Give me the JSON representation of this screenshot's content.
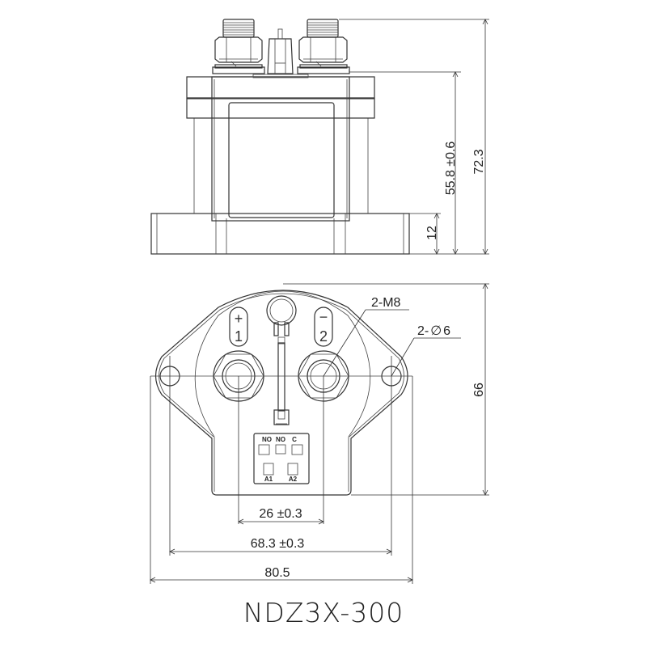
{
  "title": "NDZ3X-300",
  "side_view": {
    "dimensions": {
      "total_height": "72.3",
      "body_height": "55.8 ±0.6",
      "flange_height": "12"
    }
  },
  "top_view": {
    "terminals": [
      {
        "polarity": "+",
        "number": "1"
      },
      {
        "polarity": "−",
        "number": "2"
      }
    ],
    "callouts": {
      "thread": "2-M8",
      "mount_hole_prefix": "2-",
      "mount_hole_symbol": "∅",
      "mount_hole_size": "6"
    },
    "aux_connector": {
      "top_labels": [
        "NO",
        "NO",
        "C"
      ],
      "bottom_labels": [
        "A1",
        "A2"
      ]
    },
    "dimensions": {
      "terminal_spacing": "26 ±0.3",
      "mount_hole_spacing": "68.3 ±0.3",
      "overall_width": "80.5",
      "overall_depth": "66"
    }
  },
  "colors": {
    "line": "#333333",
    "background": "#ffffff"
  }
}
